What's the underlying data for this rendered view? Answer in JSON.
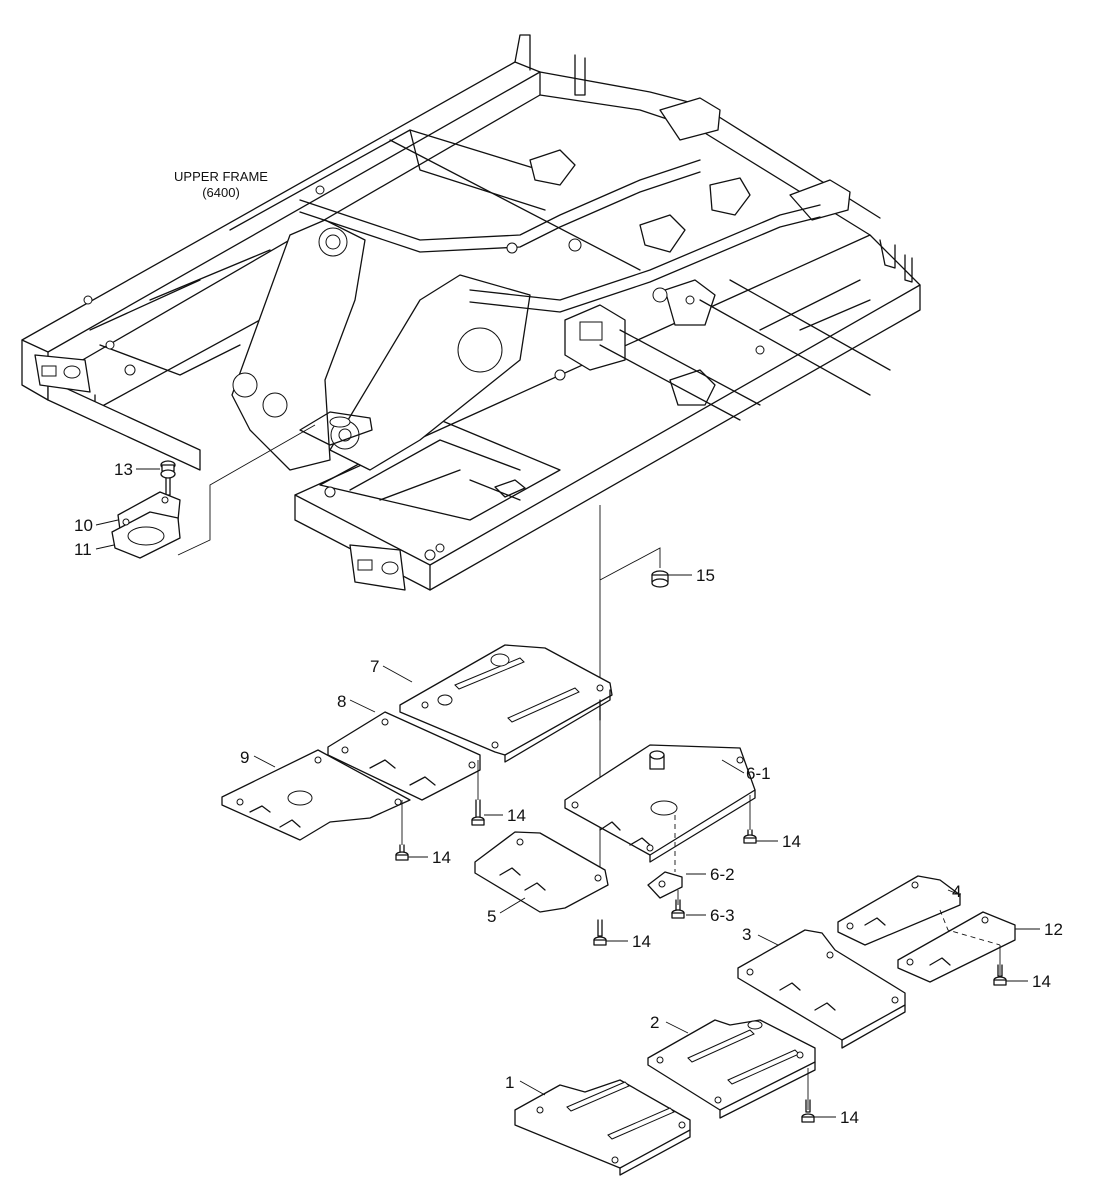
{
  "upper_frame": {
    "name": "UPPER FRAME",
    "code": "(6400)"
  },
  "callouts": [
    {
      "id": "c1",
      "label": "1"
    },
    {
      "id": "c2",
      "label": "2"
    },
    {
      "id": "c3",
      "label": "3"
    },
    {
      "id": "c4",
      "label": "4"
    },
    {
      "id": "c5",
      "label": "5"
    },
    {
      "id": "c6_1",
      "label": "6-1"
    },
    {
      "id": "c6_2",
      "label": "6-2"
    },
    {
      "id": "c6_3",
      "label": "6-3"
    },
    {
      "id": "c7",
      "label": "7"
    },
    {
      "id": "c8",
      "label": "8"
    },
    {
      "id": "c9",
      "label": "9"
    },
    {
      "id": "c10",
      "label": "10"
    },
    {
      "id": "c11",
      "label": "11"
    },
    {
      "id": "c12",
      "label": "12"
    },
    {
      "id": "c13",
      "label": "13"
    },
    {
      "id": "c14a",
      "label": "14"
    },
    {
      "id": "c14b",
      "label": "14"
    },
    {
      "id": "c14c",
      "label": "14"
    },
    {
      "id": "c14d",
      "label": "14"
    },
    {
      "id": "c14e",
      "label": "14"
    },
    {
      "id": "c14f",
      "label": "14"
    },
    {
      "id": "c15",
      "label": "15"
    }
  ]
}
